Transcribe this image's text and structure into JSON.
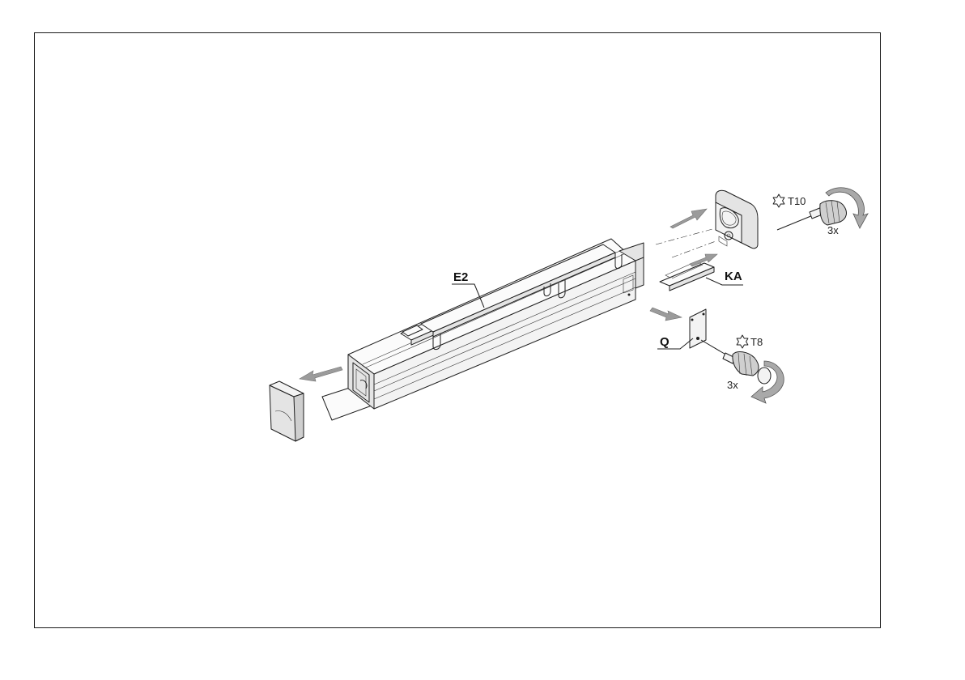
{
  "labels": {
    "drive_unit": "E2",
    "cable_assembly": "KA",
    "cover_plate": "Q"
  },
  "tools": {
    "upper": {
      "bit": "T10",
      "repeat": "3x",
      "icon": "torx-star-icon"
    },
    "lower": {
      "bit": "T8",
      "repeat": "3x",
      "icon": "torx-star-icon"
    }
  },
  "colors": {
    "ink": "#1e1e1e",
    "arrow": "#9b9b9b",
    "frame": "#1a1a1a"
  }
}
